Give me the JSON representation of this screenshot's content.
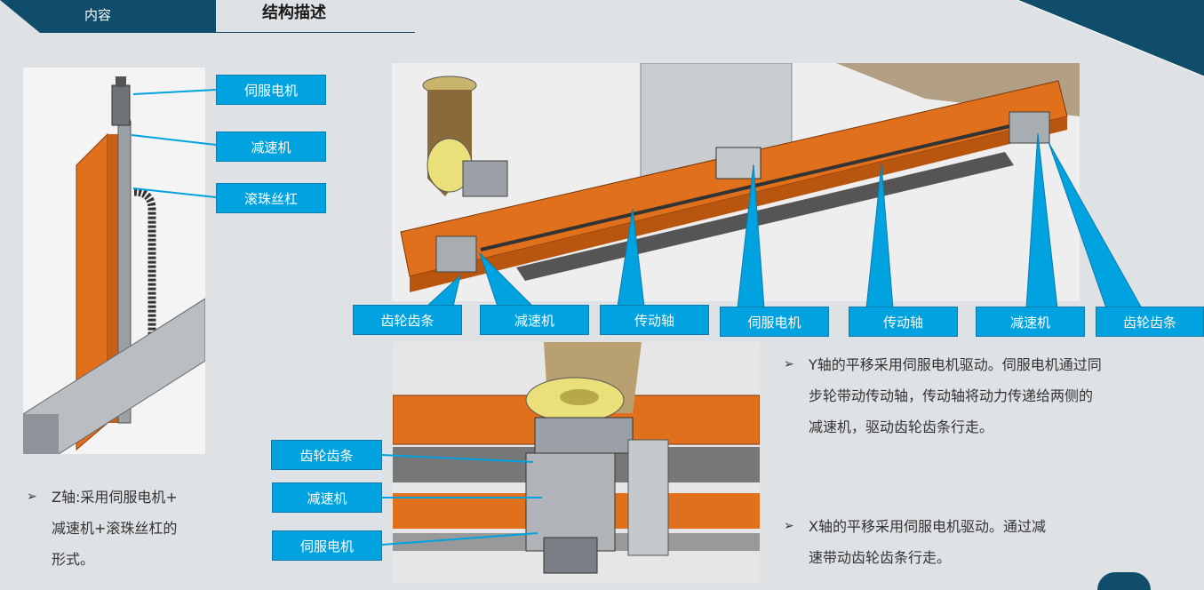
{
  "header": {
    "tab_label": "内容",
    "title": "结构描述"
  },
  "z_axis": {
    "labels": [
      "伺服电机",
      "减速机",
      "滚珠丝杠"
    ],
    "description_lines": [
      "Z轴:采用伺服电机+",
      "减速机+滚珠丝杠的",
      "形式。"
    ]
  },
  "y_axis": {
    "labels": [
      "齿轮齿条",
      "减速机",
      "传动轴",
      "伺服电机",
      "传动轴",
      "减速机",
      "齿轮齿条"
    ],
    "description_lines": [
      "Y轴的平移采用伺服电机驱动。伺服电机通过同",
      "步轮带动传动轴，传动轴将动力传递给两侧的",
      "减速机，驱动齿轮齿条行走。"
    ]
  },
  "x_axis": {
    "labels": [
      "齿轮齿条",
      "减速机",
      "伺服电机"
    ],
    "description_lines": [
      "X轴的平移采用伺服电机驱动。通过减",
      "速带动齿轮齿条行走。"
    ]
  },
  "colors": {
    "accent": "#00a2e0",
    "dark": "#0f4d6b",
    "orange": "#e0701c"
  }
}
